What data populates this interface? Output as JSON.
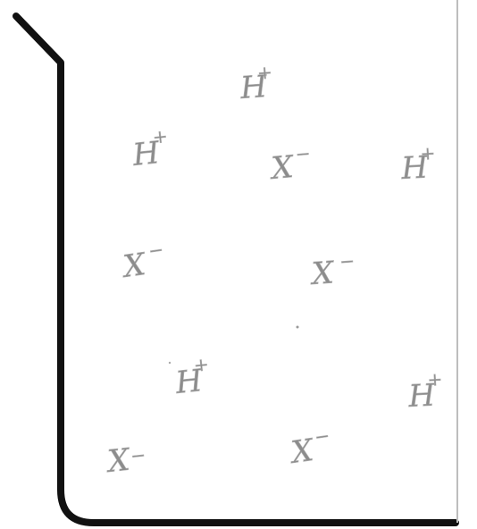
{
  "beaker": {
    "wall_color": "#111111",
    "right_edge_color": "#bdbdbd"
  },
  "ion_color": "#8c8c8c",
  "ions": [
    {
      "name": "hydrogen-ion",
      "symbol": "H",
      "charge": "+"
    },
    {
      "name": "hydrogen-ion",
      "symbol": "H",
      "charge": "+"
    },
    {
      "name": "x-anion",
      "symbol": "X",
      "charge": "−"
    },
    {
      "name": "hydrogen-ion",
      "symbol": "H",
      "charge": "+"
    },
    {
      "name": "x-anion",
      "symbol": "X",
      "charge": "−"
    },
    {
      "name": "x-anion",
      "symbol": "X",
      "charge": "−"
    },
    {
      "name": "hydrogen-ion",
      "symbol": "H",
      "charge": "+"
    },
    {
      "name": "hydrogen-ion",
      "symbol": "H",
      "charge": "+"
    },
    {
      "name": "x-anion",
      "symbol": "X",
      "charge": "−"
    },
    {
      "name": "x-anion",
      "symbol": "X",
      "charge": "−"
    }
  ]
}
